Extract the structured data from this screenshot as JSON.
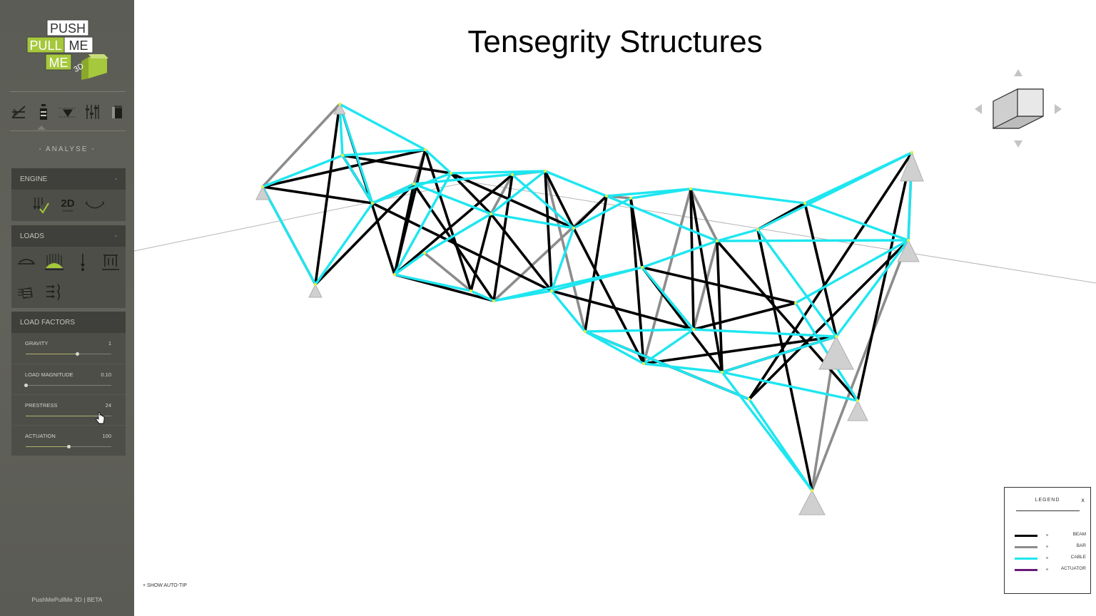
{
  "app": {
    "logo_words": [
      "PUSH",
      "PULL",
      "ME",
      "ME",
      "3D"
    ],
    "mode_label": "- ANALYSE -",
    "footer": "PushMePullMe 3D | BETA"
  },
  "toolbar": {
    "items": [
      "geometry-tool-icon",
      "supports-tool-icon",
      "loads-tool-icon",
      "analyse-tool-icon",
      "export-tool-icon"
    ],
    "active_index": 3
  },
  "engine": {
    "header": "ENGINE",
    "collapse": "-",
    "twod_label": "2D",
    "twod_sub": "ENGINE"
  },
  "loads": {
    "header": "LOADS",
    "collapse": "-"
  },
  "load_factors": {
    "header": "LOAD FACTORS",
    "sliders": [
      {
        "label": "GRAVITY",
        "value": "1",
        "fraction": 0.6
      },
      {
        "label": "LOAD MAGNITUDE",
        "value": "0.10",
        "fraction": 0.0
      },
      {
        "label": "PRESTRESS",
        "value": "24",
        "fraction": 0.86
      },
      {
        "label": "ACTUATION",
        "value": "100",
        "fraction": 0.5
      }
    ]
  },
  "viewport": {
    "title": "Tensegrity Structures",
    "auto_tip": "+ SHOW AUTO-TIP"
  },
  "legend": {
    "title": "LEGEND",
    "close": "x",
    "items": [
      {
        "label": "BEAM",
        "color": "#000000"
      },
      {
        "label": "BAR",
        "color": "#8c8c8c"
      },
      {
        "label": "CABLE",
        "color": "#1ee6f0"
      },
      {
        "label": "ACTUATOR",
        "color": "#6a1b7a"
      }
    ]
  },
  "colors": {
    "beam": "#000000",
    "bar": "#8c8c8c",
    "cable": "#1ee6f0",
    "accent": "#a4c83a"
  }
}
